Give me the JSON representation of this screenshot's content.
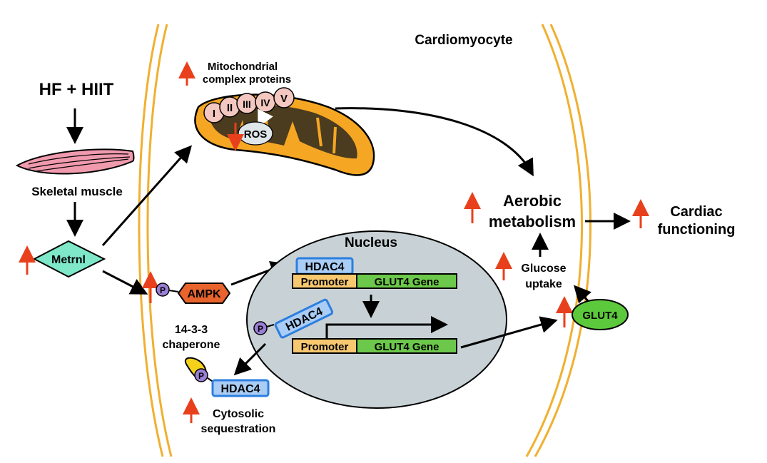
{
  "labels": {
    "cell": "Cardiomyocyte",
    "hf_hiit": "HF + HIIT",
    "skeletal_muscle": "Skeletal muscle",
    "metrnl": "Metrnl",
    "mito_line1": "Mitochondrial",
    "mito_line2": "complex proteins",
    "ros": "ROS",
    "ampk": "AMPK",
    "nucleus": "Nucleus",
    "hdac4": "HDAC4",
    "promoter": "Promoter",
    "glut4_gene": "GLUT4 Gene",
    "chaperone_line1": "14-3-3",
    "chaperone_line2": "chaperone",
    "cytosolic_line1": "Cytosolic",
    "cytosolic_line2": "sequestration",
    "aerobic_line1": "Aerobic",
    "aerobic_line2": "metabolism",
    "cardiac_line1": "Cardiac",
    "cardiac_line2": "functioning",
    "glucose_line1": "Glucose",
    "glucose_line2": "uptake",
    "glut4": "GLUT4",
    "phospho": "P"
  },
  "complexes": [
    "I",
    "II",
    "III",
    "IV",
    "V"
  ],
  "colors": {
    "membrane": "#f0b030",
    "up_arrow": "#e8401c",
    "mito_outer": "#f5a623",
    "mito_inner": "#4b3b1f",
    "complex_fill": "#f4c7c0",
    "muscle": "#f09aae",
    "metrnl": "#7ee8c8",
    "ampk": "#e8642c",
    "hdac4_fill": "#a9cdf5",
    "hdac4_stroke": "#2d7ee0",
    "promoter": "#f7c870",
    "gene": "#6cc84a",
    "nucleus": "#c8d2d6",
    "glut4": "#5cc83c",
    "phospho": "#9b7fd6",
    "chaperone": "#f4d21c"
  }
}
